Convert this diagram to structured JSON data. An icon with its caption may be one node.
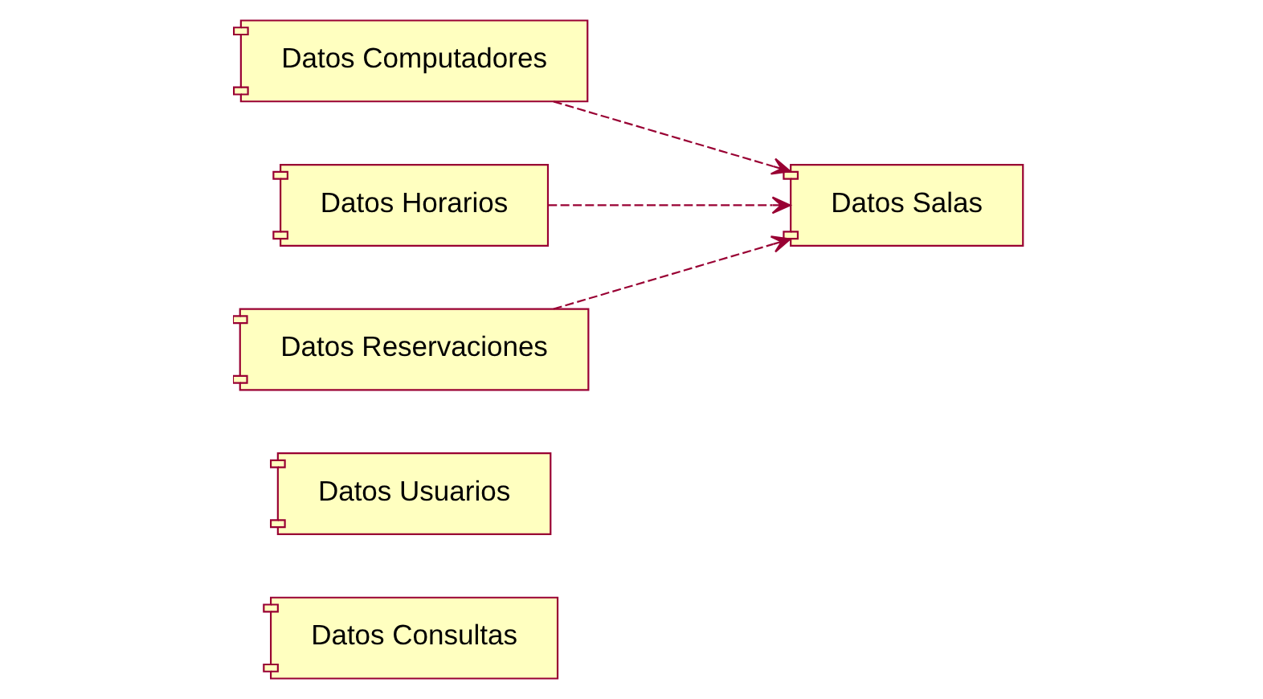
{
  "diagram": {
    "nodes": [
      {
        "text": [
          "Datos Consultas"
        ]
      },
      {
        "text": [
          "Datos Usuarios"
        ]
      },
      {
        "text": [
          "Datos Computadores"
        ]
      },
      {
        "text": [
          "Datos Horarios"
        ]
      },
      {
        "text": [
          "Datos Reservaciones"
        ]
      },
      {
        "text": [
          "Datos Salas"
        ]
      }
    ],
    "edges": [
      {
        "from": 2,
        "to": 5,
        "arrow": "to",
        "style": "dashed"
      },
      {
        "from": 3,
        "to": 5,
        "arrow": "to",
        "style": "dashed"
      },
      {
        "from": 4,
        "to": 5,
        "arrow": "to",
        "style": "dashed"
      }
    ]
  }
}
